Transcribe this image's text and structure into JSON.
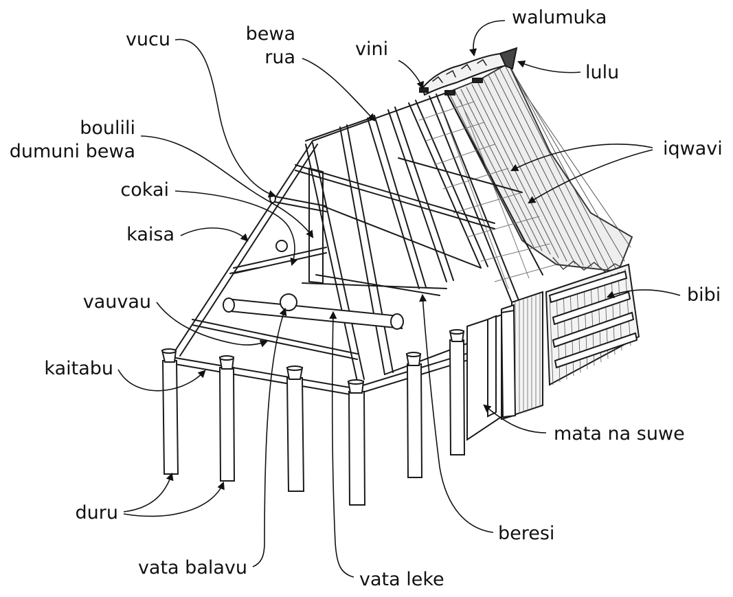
{
  "labels": {
    "walumuka": "walumuka",
    "lulu": "lulu",
    "vini": "vini",
    "bewa": "bewa",
    "rua": "rua",
    "vucu": "vucu",
    "boulili": "boulili",
    "dumuni_bewa": "dumuni bewa",
    "cokai": "cokai",
    "kaisa": "kaisa",
    "iqwavi": "iqwavi",
    "bibi": "bibi",
    "vauvau": "vauvau",
    "kaitabu": "kaitabu",
    "mata_na_suwe": "mata na suwe",
    "duru": "duru",
    "beresi": "beresi",
    "vata_balavu": "vata balavu",
    "vata_leke": "vata leke"
  },
  "colors": {
    "line": "#1a1a1a",
    "thatch": "#555555",
    "text": "#111111"
  }
}
